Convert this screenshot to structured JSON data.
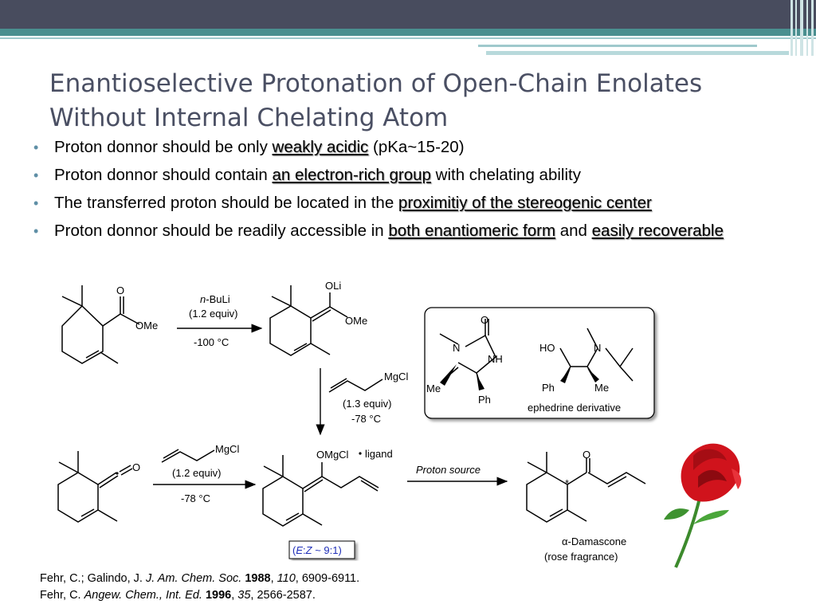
{
  "slide": {
    "title_line1": "Enantioselective Protonation of Open-Chain Enolates",
    "title_line2": "Without Internal Chelating Atom"
  },
  "bullets": [
    {
      "pre": "Proton donnor should be only ",
      "hl1": "weakly acidic",
      "mid": " (pKa~15-20)",
      "hl2": "",
      "post": ""
    },
    {
      "pre": "Proton donnor should contain ",
      "hl1": "an electron-rich group",
      "mid": " with chelating ability",
      "hl2": "",
      "post": ""
    },
    {
      "pre": "The transferred proton should be located in the ",
      "hl1": "proximitiy of the stereogenic center",
      "mid": "",
      "hl2": "",
      "post": ""
    },
    {
      "pre": "Proton donnor should be readily accessible in ",
      "hl1": "both enantiomeric form",
      "mid": " and ",
      "hl2": "easily recoverable",
      "post": ""
    }
  ],
  "scheme": {
    "labels": {
      "o": "O",
      "ome": "OMe",
      "oli": "OLi",
      "nbuli_italic": "n",
      "nbuli_rest": "-BuLi",
      "equiv12": "(1.2 equiv)",
      "temp100": "-100 °C",
      "mgcl": "MgCl",
      "equiv13": "(1.3 equiv)",
      "temp78": "-78 °C",
      "n": "N",
      "nh": "NH",
      "me": "Me",
      "ph": "Ph",
      "ho": "HO",
      "ephedrine": "ephedrine derivative",
      "omgcl": "OMgCl",
      "ligand": "ligand",
      "proton_source": "Proton source",
      "ez_open": "(",
      "ez_e": "E",
      "ez_colon": ":",
      "ez_z": "Z",
      "ez_rest": " ~ 9:1)",
      "alpha": "α",
      "damascone": "-Damascone",
      "rose": "(rose fragrance)",
      "star": "*"
    },
    "colors": {
      "ez_text": "#1f2fb8",
      "rose_red": "#d0131c",
      "stem_green": "#3c8a2c"
    }
  },
  "refs": [
    {
      "authors": "Fehr, C.; Galindo, J. ",
      "journal": "J. Am. Chem. Soc.",
      "year": "1988",
      "volume": "110",
      "pages": ", 6909-6911."
    },
    {
      "authors": "Fehr, C. ",
      "journal": "Angew. Chem., Int. Ed.",
      "year": "1996",
      "volume": "35",
      "pages": ", 2566-2587."
    }
  ]
}
